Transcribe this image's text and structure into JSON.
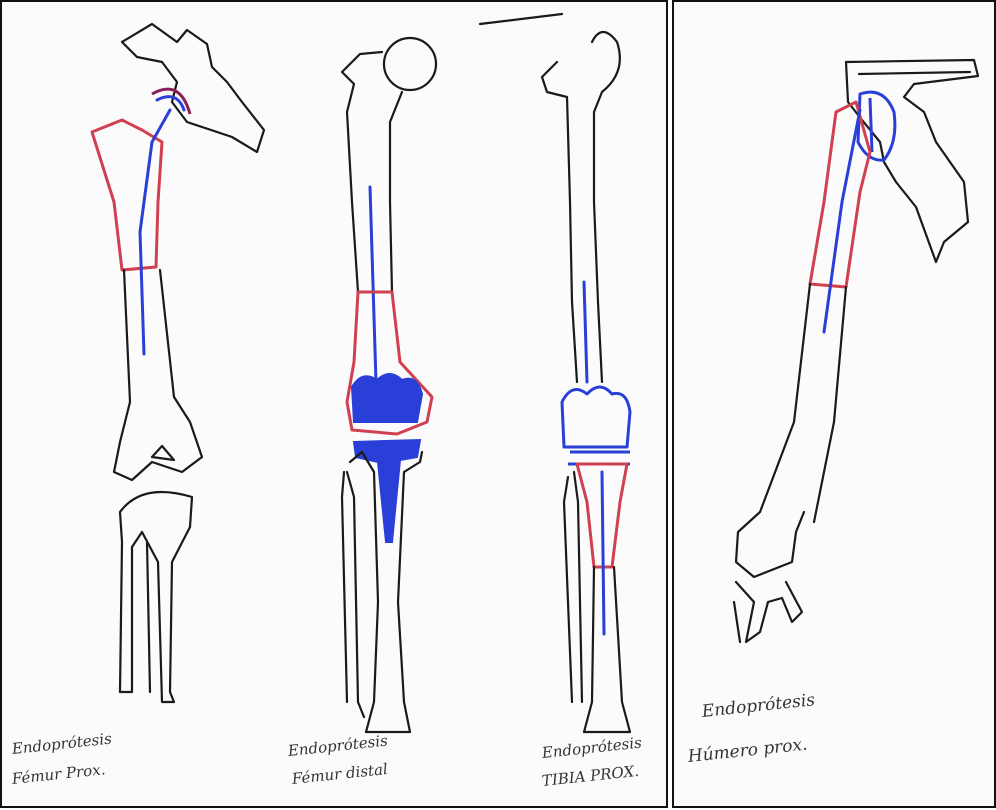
{
  "colors": {
    "ink": "#1a1a1a",
    "prosthesis_red": "#d04050",
    "prosthesis_fill": "#f2c4c8",
    "stem_blue": "#2a3fd8"
  },
  "panels": [
    {
      "caption_line1": "Endoprótesis",
      "caption_line2": "Fémur Prox."
    },
    {
      "caption_line1": "Endoprótesis",
      "caption_line2": "Fémur distal"
    },
    {
      "caption_line1": "Endoprótesis",
      "caption_line2": "TIBIA PROX."
    },
    {
      "caption_line1": "Endoprótesis",
      "caption_line2": "Húmero prox."
    }
  ]
}
